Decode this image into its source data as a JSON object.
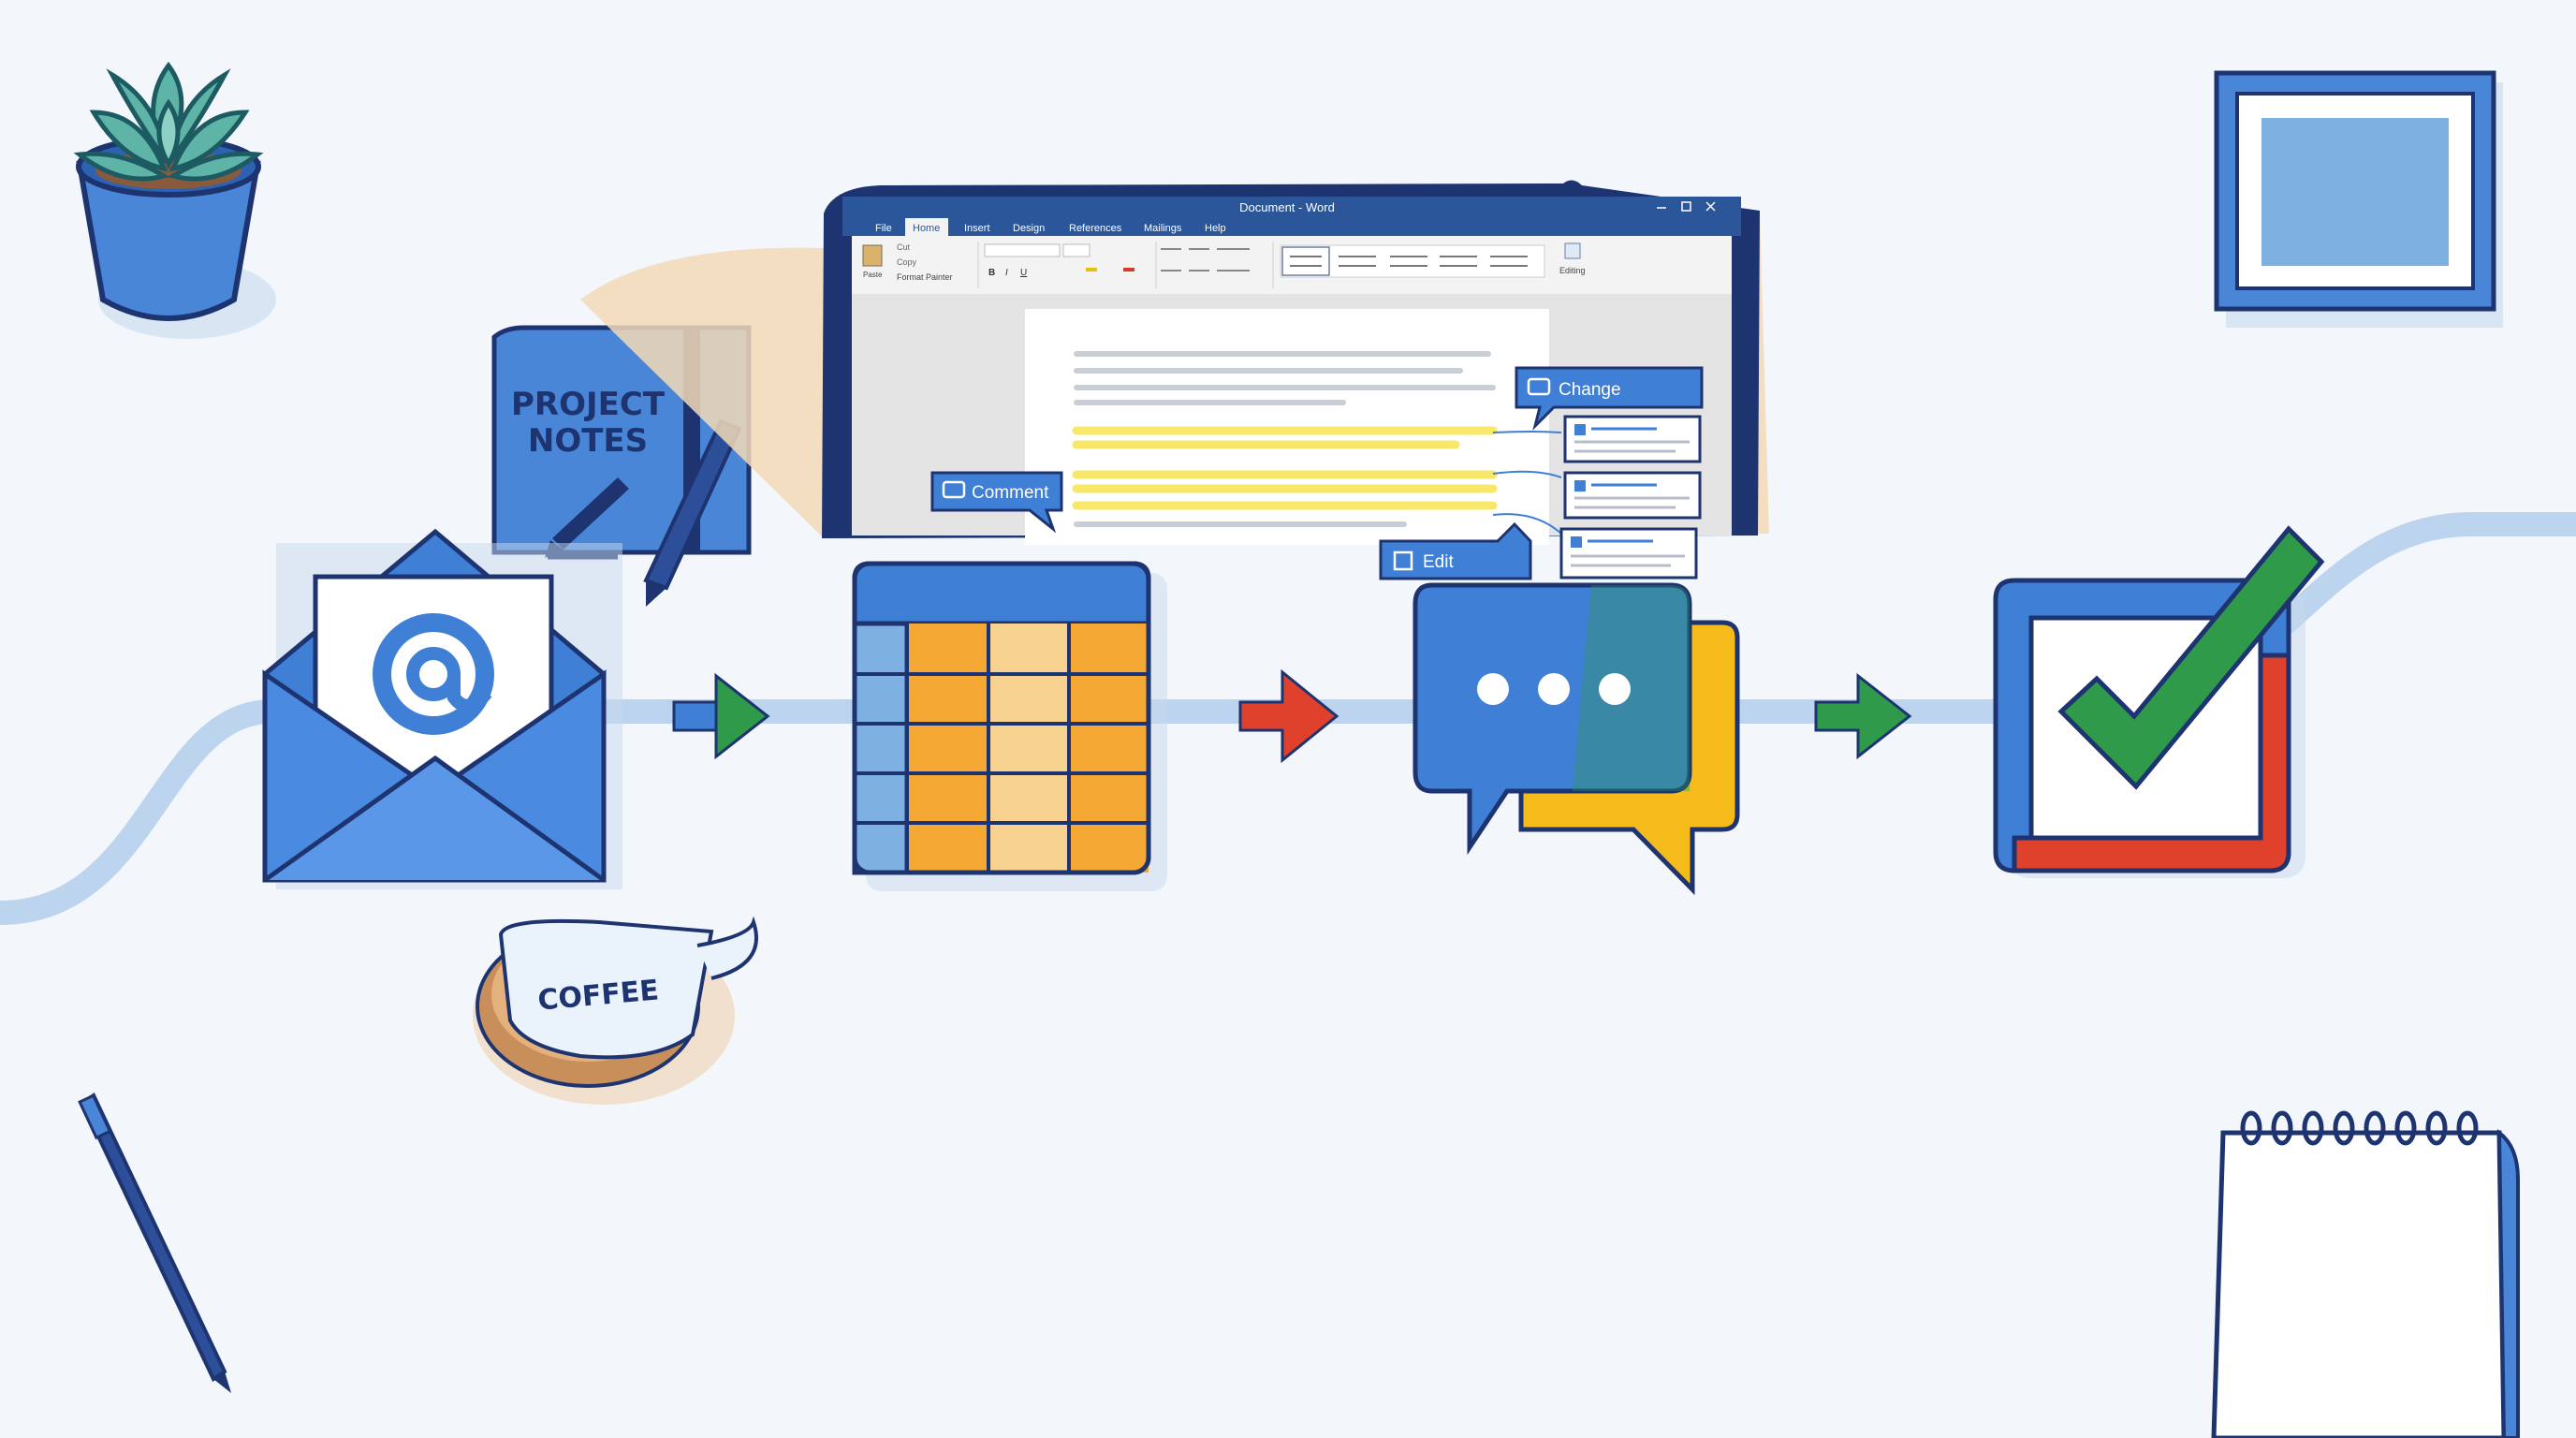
{
  "colors": {
    "background": "#f3f7fb",
    "primary_blue": "#3f7fd6",
    "light_blue": "#b9d3ef",
    "dark_navy": "#1d3470",
    "orange": "#f5a833",
    "light_orange": "#f8d291",
    "green": "#2f9a4a",
    "red": "#e0412d",
    "yellow": "#f5bb1a",
    "highlight": "#f7e86a"
  },
  "notebook": {
    "line1": "PROJECT",
    "line2": "NOTES"
  },
  "word_window": {
    "title": "Document - Word",
    "tabs": [
      "File",
      "Home",
      "Insert",
      "Design",
      "References",
      "Mailings",
      "Help"
    ],
    "clipboard": {
      "paste": "Paste",
      "cut": "Cut",
      "copy": "Copy",
      "format_painter": "Format Painter"
    },
    "editing": "Editing"
  },
  "tags": {
    "comment": "Comment",
    "change": "Change",
    "edit": "Edit"
  },
  "coffee": {
    "label": "COFFEE"
  },
  "icons": {
    "email": "envelope-at-icon",
    "spreadsheet": "spreadsheet-grid-icon",
    "chat": "chat-bubbles-icon",
    "done": "checkbox-checkmark-icon"
  }
}
